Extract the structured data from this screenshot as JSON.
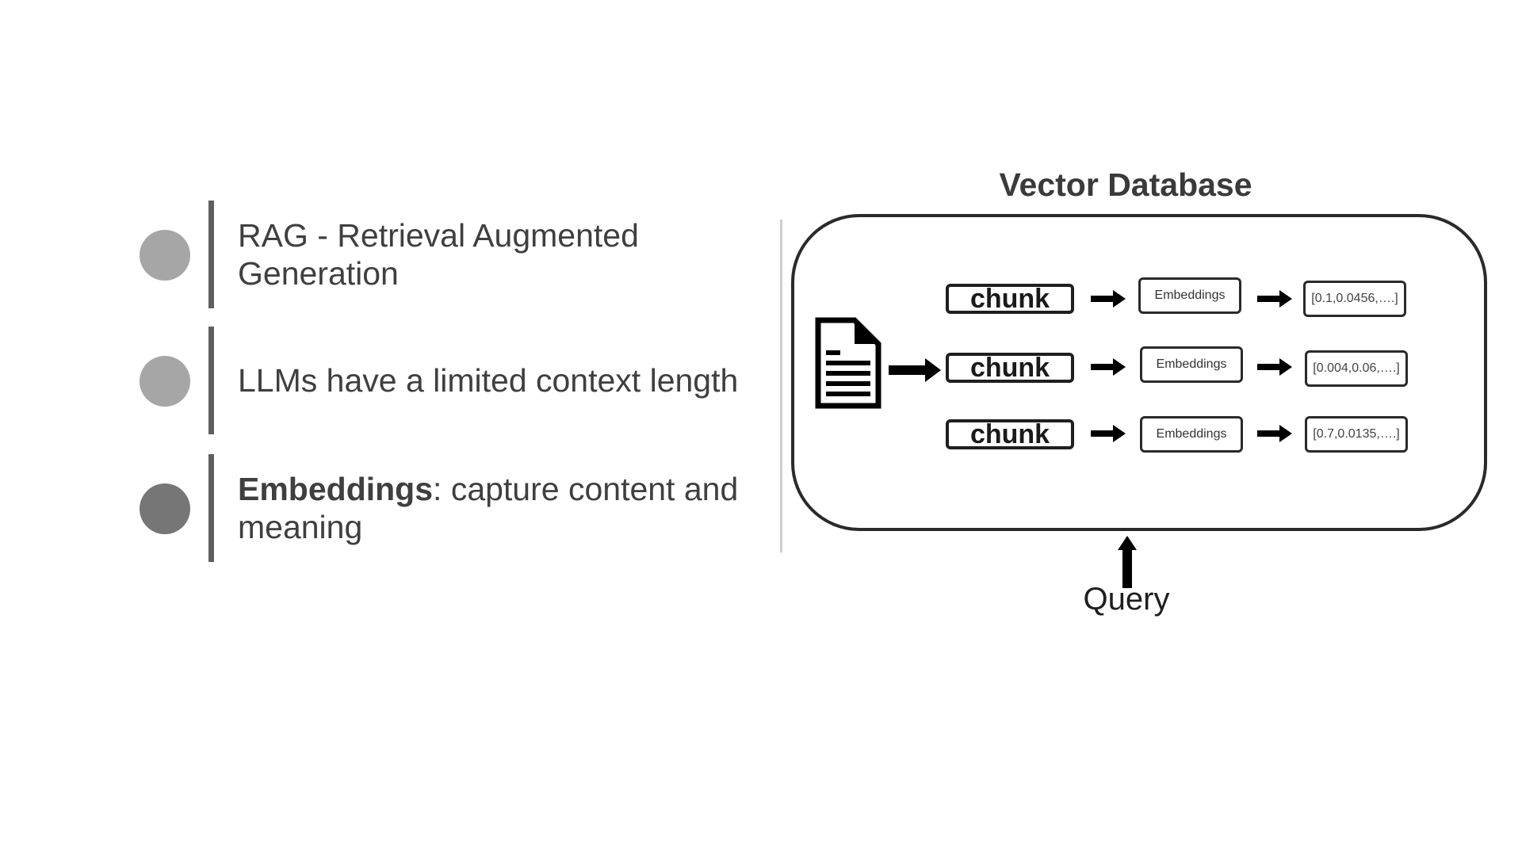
{
  "bullets": [
    {
      "text": "RAG - Retrieval Augmented Generation",
      "bold": ""
    },
    {
      "text": "LLMs have a limited context length",
      "bold": ""
    },
    {
      "bold": "Embeddings",
      "text": ": capture content and meaning"
    }
  ],
  "diagram": {
    "title": "Vector Database",
    "rows": [
      {
        "chunk": "chunk",
        "embedding": "Embeddings",
        "vector": "[0.1,0.0456,….]"
      },
      {
        "chunk": "chunk",
        "embedding": "Embeddings",
        "vector": "[0.004,0.06,….]"
      },
      {
        "chunk": "chunk",
        "embedding": "Embeddings",
        "vector": "[0.7,0.0135,….]"
      }
    ],
    "query_label": "Query"
  },
  "colors": {
    "dot_light": "#a6a6a6",
    "dot_dark": "#767676",
    "text": "#3f3f3f",
    "outline": "#2a2a2a"
  },
  "icons": [
    "document-icon",
    "right-arrow-icon",
    "up-arrow-icon"
  ]
}
